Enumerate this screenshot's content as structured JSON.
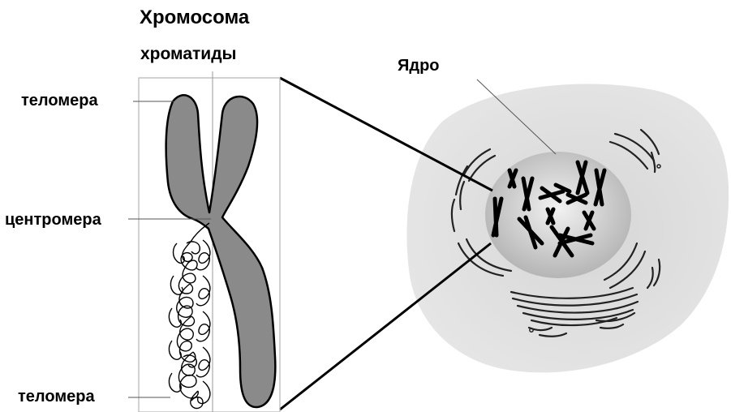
{
  "diagram": {
    "title": "Хромосома",
    "subtitle": "хроматиды",
    "labels": {
      "telomere_top": "теломера",
      "centromere": "центромера",
      "telomere_bottom": "теломера",
      "nucleus": "Ядро"
    },
    "colors": {
      "chromosome_fill": "#8a8a8a",
      "cell_fill": "#dcdcdc",
      "nucleus_fill": "#bdbdbd",
      "outline": "#000000"
    }
  }
}
